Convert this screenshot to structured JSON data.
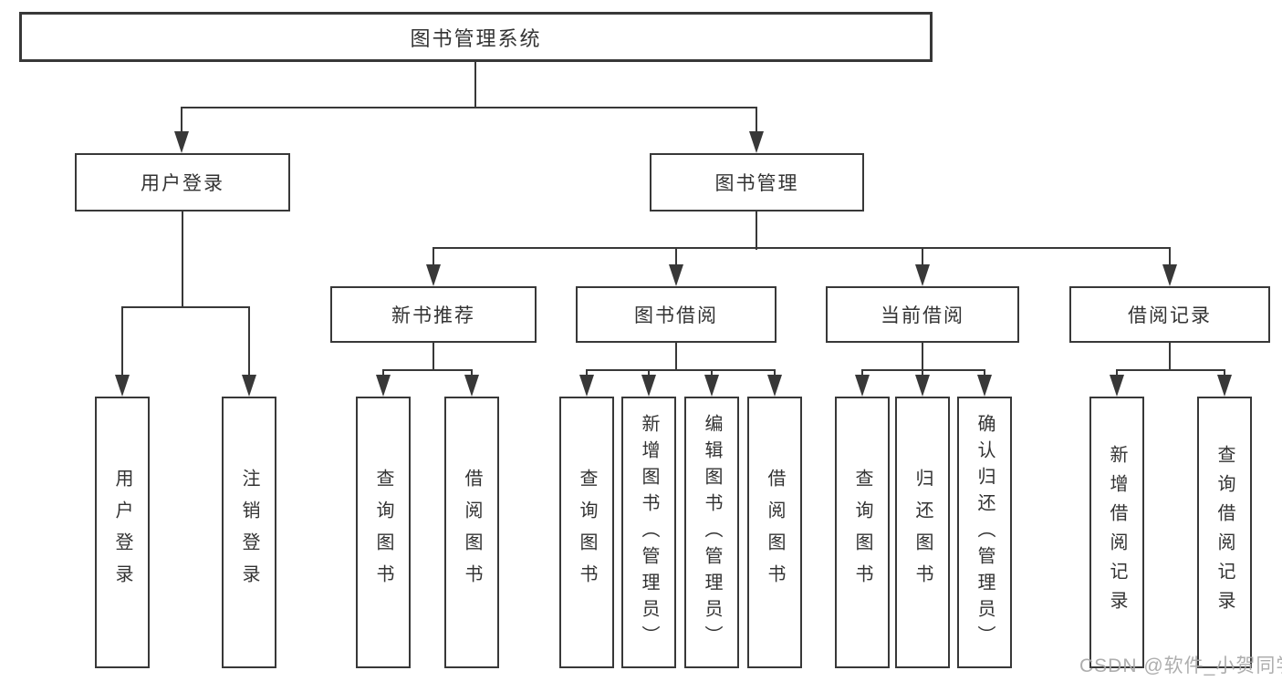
{
  "tree": {
    "root": {
      "label": "图书管理系统",
      "children": [
        {
          "label": "用户登录",
          "children": [
            {
              "label": "用户登录"
            },
            {
              "label": "注销登录"
            }
          ]
        },
        {
          "label": "图书管理",
          "children": [
            {
              "label": "新书推荐",
              "children": [
                {
                  "label": "查询图书"
                },
                {
                  "label": "借阅图书"
                }
              ]
            },
            {
              "label": "图书借阅",
              "children": [
                {
                  "label": "查询图书"
                },
                {
                  "label": "新增图书（管理员）"
                },
                {
                  "label": "编辑图书（管理员）"
                },
                {
                  "label": "借阅图书"
                }
              ]
            },
            {
              "label": "当前借阅",
              "children": [
                {
                  "label": "查询图书"
                },
                {
                  "label": "归还图书"
                },
                {
                  "label": "确认归还（管理员）"
                }
              ]
            },
            {
              "label": "借阅记录",
              "children": [
                {
                  "label": "新增借阅记录"
                },
                {
                  "label": "查询借阅记录"
                }
              ]
            }
          ]
        }
      ]
    }
  },
  "watermark": {
    "text": "CSDN @软件_小贺同学"
  },
  "colors": {
    "line": "#383838",
    "text": "#333333",
    "watermark": "#a8a8a8",
    "background": "#ffffff"
  }
}
